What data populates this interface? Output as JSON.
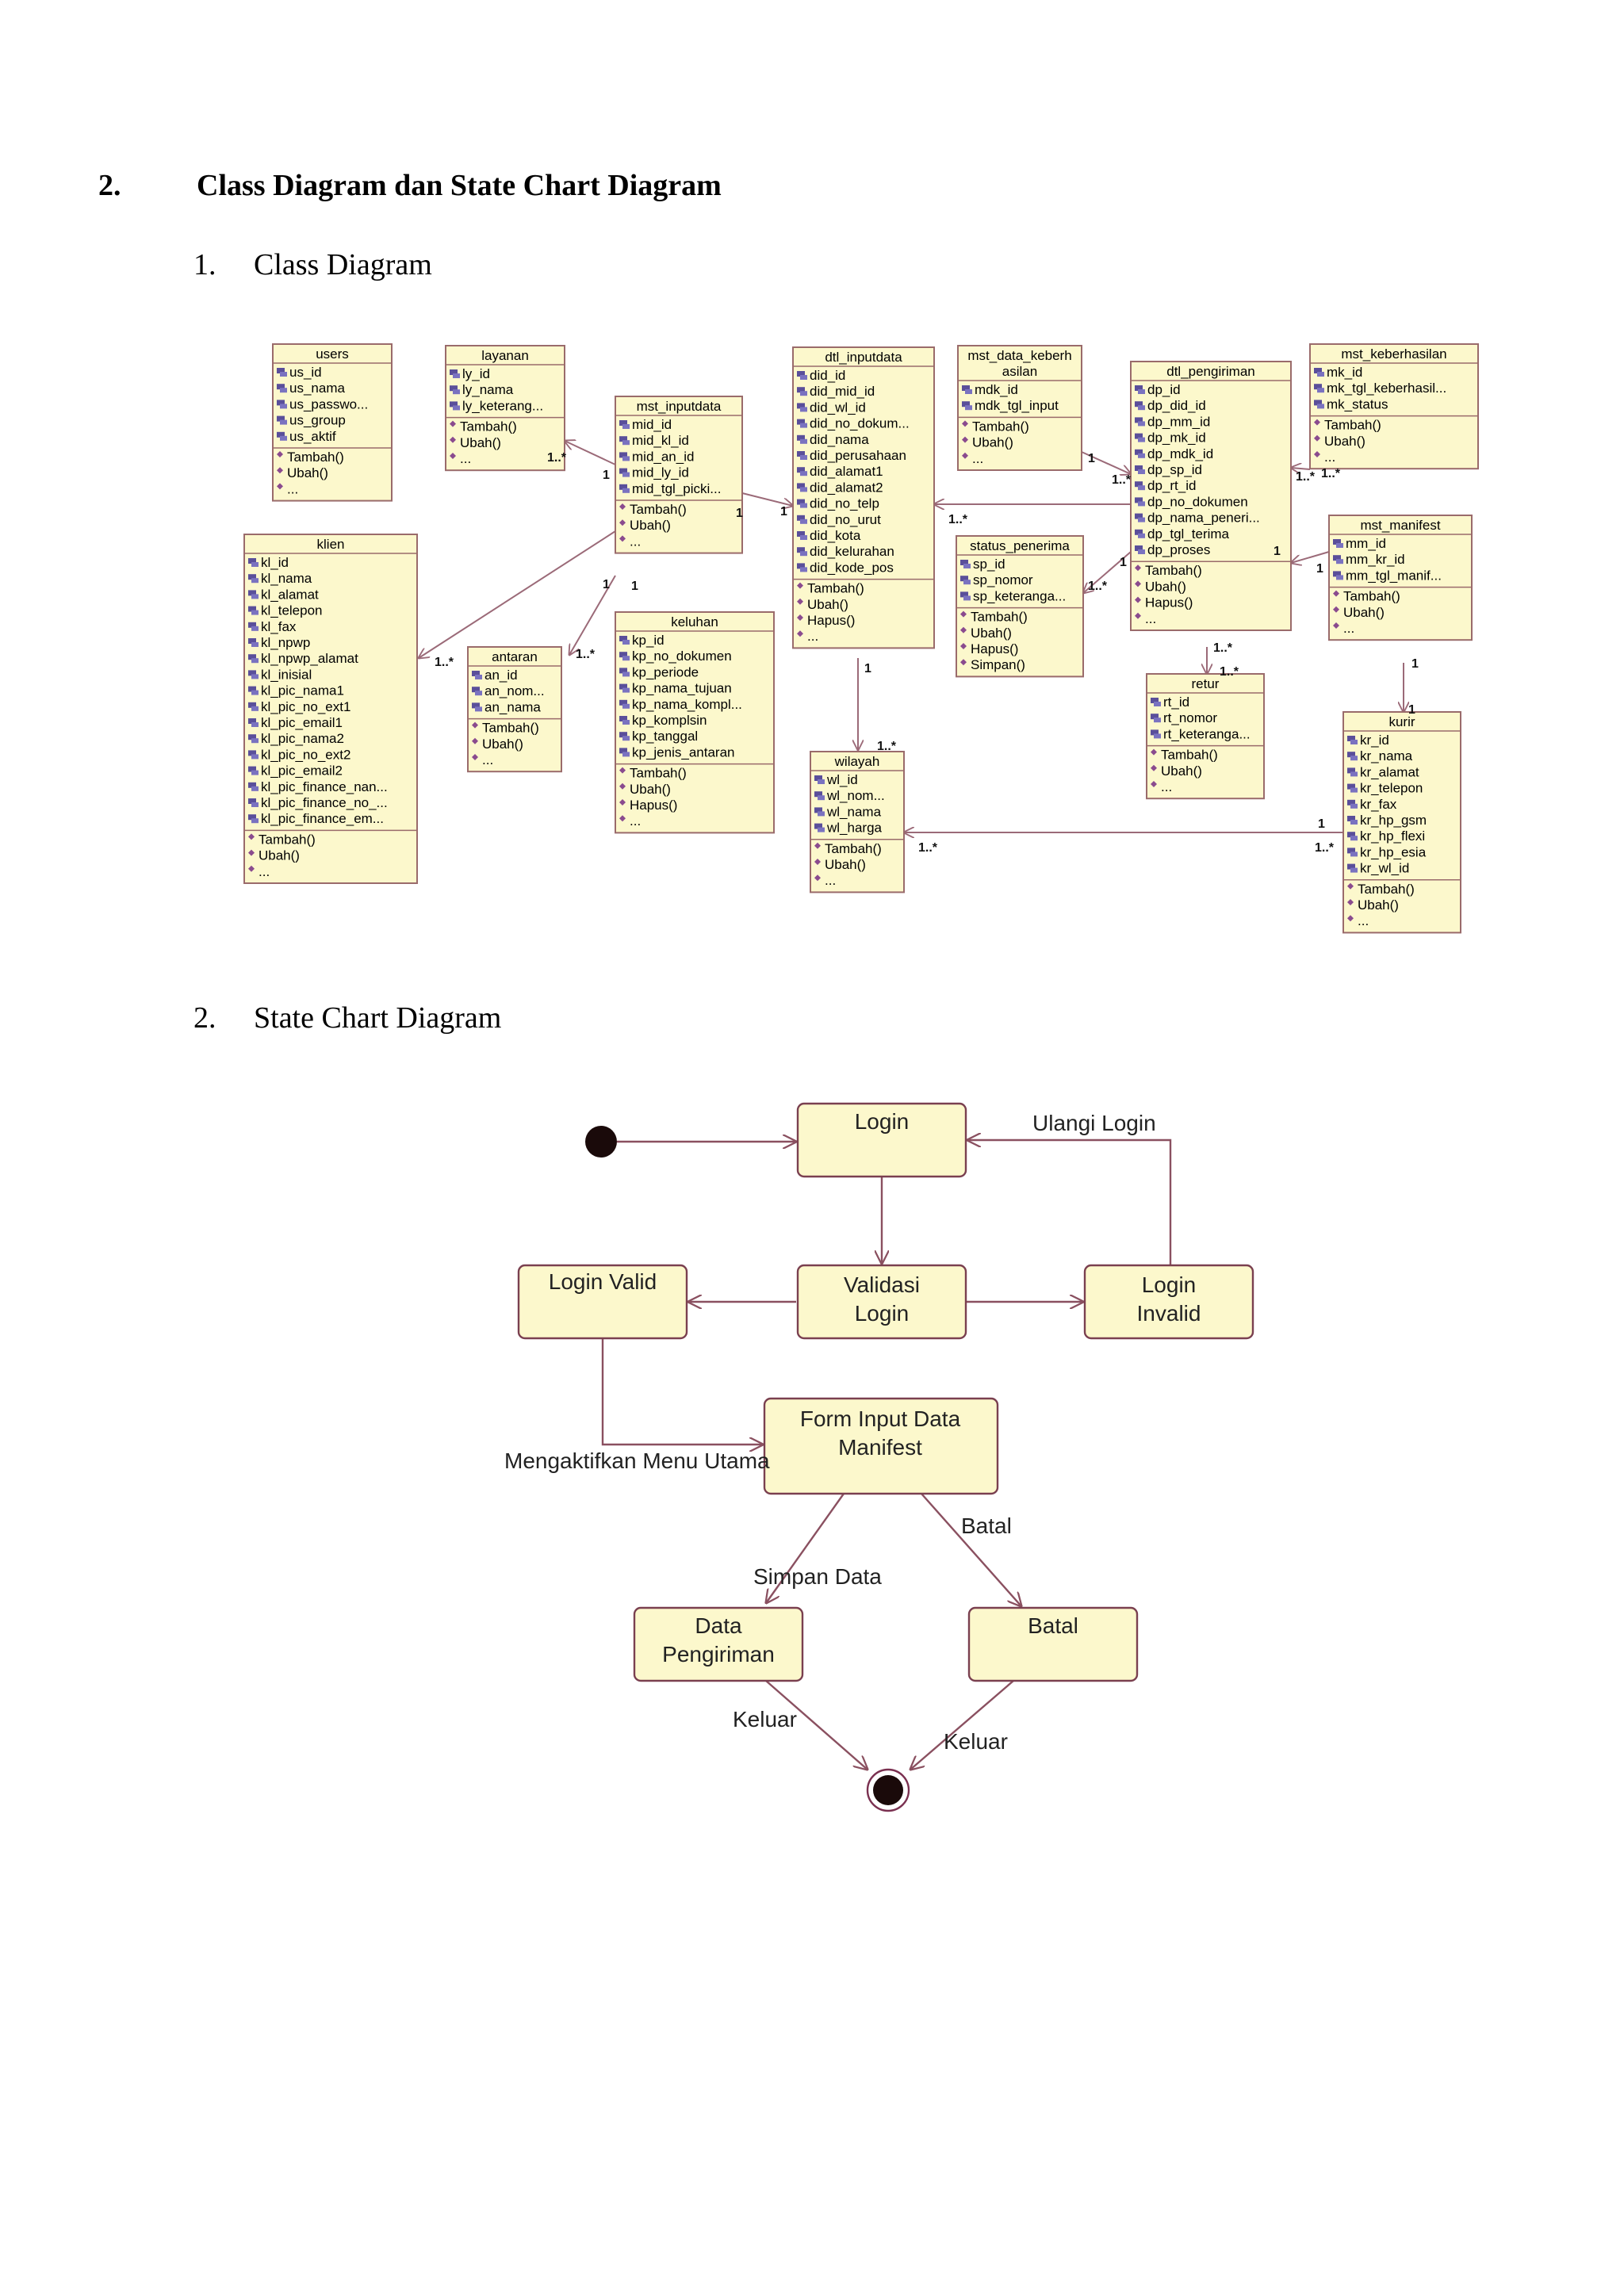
{
  "heading": {
    "number": "2.",
    "text": "Class Diagram dan State Chart Diagram"
  },
  "sections": [
    {
      "number": "1.",
      "title": "Class Diagram"
    },
    {
      "number": "2.",
      "title": "State Chart Diagram"
    }
  ],
  "colors": {
    "box_fill": "#fcf8cc",
    "box_stroke": "#9a6b6b",
    "line": "#9b6a78",
    "icon": "#5a4f9a",
    "op_icon": "#8a4b8e"
  },
  "class_diagram": {
    "classes": [
      {
        "id": "users",
        "name": "users",
        "attributes": [
          "us_id",
          "us_nama",
          "us_passwo...",
          "us_group",
          "us_aktif"
        ],
        "operations": [
          "Tambah()",
          "Ubah()",
          "..."
        ]
      },
      {
        "id": "layanan",
        "name": "layanan",
        "attributes": [
          "ly_id",
          "ly_nama",
          "ly_keterang..."
        ],
        "operations": [
          "Tambah()",
          "Ubah()",
          "..."
        ]
      },
      {
        "id": "mst_inputdata",
        "name": "mst_inputdata",
        "attributes": [
          "mid_id",
          "mid_kl_id",
          "mid_an_id",
          "mid_ly_id",
          "mid_tgl_picki..."
        ],
        "operations": [
          "Tambah()",
          "Ubah()",
          "..."
        ]
      },
      {
        "id": "dtl_inputdata",
        "name": "dtl_inputdata",
        "attributes": [
          "did_id",
          "did_mid_id",
          "did_wl_id",
          "did_no_dokum...",
          "did_nama",
          "did_perusahaan",
          "did_alamat1",
          "did_alamat2",
          "did_no_telp",
          "did_no_urut",
          "did_kota",
          "did_kelurahan",
          "did_kode_pos"
        ],
        "operations": [
          "Tambah()",
          "Ubah()",
          "Hapus()",
          "..."
        ]
      },
      {
        "id": "mst_data_keberhasilan",
        "name": "mst_data_keberh asilan",
        "attributes": [
          "mdk_id",
          "mdk_tgl_input"
        ],
        "operations": [
          "Tambah()",
          "Ubah()",
          "..."
        ]
      },
      {
        "id": "dtl_pengiriman",
        "name": "dtl_pengiriman",
        "attributes": [
          "dp_id",
          "dp_did_id",
          "dp_mm_id",
          "dp_mk_id",
          "dp_mdk_id",
          "dp_sp_id",
          "dp_rt_id",
          "dp_no_dokumen",
          "dp_nama_peneri...",
          "dp_tgl_terima",
          "dp_proses"
        ],
        "operations": [
          "Tambah()",
          "Ubah()",
          "Hapus()",
          "..."
        ]
      },
      {
        "id": "mst_keberhasilan",
        "name": "mst_keberhasilan",
        "attributes": [
          "mk_id",
          "mk_tgl_keberhasil...",
          "mk_status"
        ],
        "operations": [
          "Tambah()",
          "Ubah()",
          "..."
        ]
      },
      {
        "id": "klien",
        "name": "klien",
        "attributes": [
          "kl_id",
          "kl_nama",
          "kl_alamat",
          "kl_telepon",
          "kl_fax",
          "kl_npwp",
          "kl_npwp_alamat",
          "kl_inisial",
          "kl_pic_nama1",
          "kl_pic_no_ext1",
          "kl_pic_email1",
          "kl_pic_nama2",
          "kl_pic_no_ext2",
          "kl_pic_email2",
          "kl_pic_finance_nan...",
          "kl_pic_finance_no_...",
          "kl_pic_finance_em..."
        ],
        "operations": [
          "Tambah()",
          "Ubah()",
          "..."
        ]
      },
      {
        "id": "antaran",
        "name": "antaran",
        "attributes": [
          "an_id",
          "an_nom...",
          "an_nama"
        ],
        "operations": [
          "Tambah()",
          "Ubah()",
          "..."
        ]
      },
      {
        "id": "keluhan",
        "name": "keluhan",
        "attributes": [
          "kp_id",
          "kp_no_dokumen",
          "kp_periode",
          "kp_nama_tujuan",
          "kp_nama_kompl...",
          "kp_komplsin",
          "kp_tanggal",
          "kp_jenis_antaran"
        ],
        "operations": [
          "Tambah()",
          "Ubah()",
          "Hapus()",
          "..."
        ]
      },
      {
        "id": "status_penerima",
        "name": "status_penerima",
        "attributes": [
          "sp_id",
          "sp_nomor",
          "sp_keteranga..."
        ],
        "operations": [
          "Tambah()",
          "Ubah()",
          "Hapus()",
          "Simpan()"
        ]
      },
      {
        "id": "mst_manifest",
        "name": "mst_manifest",
        "attributes": [
          "mm_id",
          "mm_kr_id",
          "mm_tgl_manif..."
        ],
        "operations": [
          "Tambah()",
          "Ubah()",
          "..."
        ]
      },
      {
        "id": "retur",
        "name": "retur",
        "attributes": [
          "rt_id",
          "rt_nomor",
          "rt_keteranga..."
        ],
        "operations": [
          "Tambah()",
          "Ubah()",
          "..."
        ]
      },
      {
        "id": "wilayah",
        "name": "wilayah",
        "attributes": [
          "wl_id",
          "wl_nom...",
          "wl_nama",
          "wl_harga"
        ],
        "operations": [
          "Tambah()",
          "Ubah()",
          "..."
        ]
      },
      {
        "id": "kurir",
        "name": "kurir",
        "attributes": [
          "kr_id",
          "kr_nama",
          "kr_alamat",
          "kr_telepon",
          "kr_fax",
          "kr_hp_gsm",
          "kr_hp_flexi",
          "kr_hp_esia",
          "kr_wl_id"
        ],
        "operations": [
          "Tambah()",
          "Ubah()",
          "..."
        ]
      }
    ],
    "multiplicities": [
      "1..*",
      "1",
      "1",
      "1..*",
      "1",
      "1..*",
      "1",
      "1",
      "1..*",
      "1",
      "1..*",
      "1",
      "1..*",
      "1..*",
      "1",
      "1..*",
      "1..*",
      "1",
      "1",
      "1..*",
      "1..*",
      "1",
      "1",
      "1..*",
      "1..*",
      "1"
    ]
  },
  "state_chart": {
    "states": [
      {
        "id": "login",
        "label": "Login"
      },
      {
        "id": "validasi",
        "label": "Validasi Login"
      },
      {
        "id": "login_valid",
        "label": "Login Valid"
      },
      {
        "id": "login_invalid",
        "label": "Login Invalid"
      },
      {
        "id": "form",
        "label": "Form Input Data Manifest"
      },
      {
        "id": "data_pengiriman",
        "label": "Data Pengiriman"
      },
      {
        "id": "batal",
        "label": "Batal"
      }
    ],
    "transitions": [
      {
        "id": "ulangi",
        "label": "Ulangi Login"
      },
      {
        "id": "aktif",
        "label": "Mengaktifkan Menu Utama"
      },
      {
        "id": "batal_t",
        "label": "Batal"
      },
      {
        "id": "simpan",
        "label": "Simpan Data"
      },
      {
        "id": "keluar1",
        "label": "Keluar"
      },
      {
        "id": "keluar2",
        "label": "Keluar"
      }
    ]
  }
}
